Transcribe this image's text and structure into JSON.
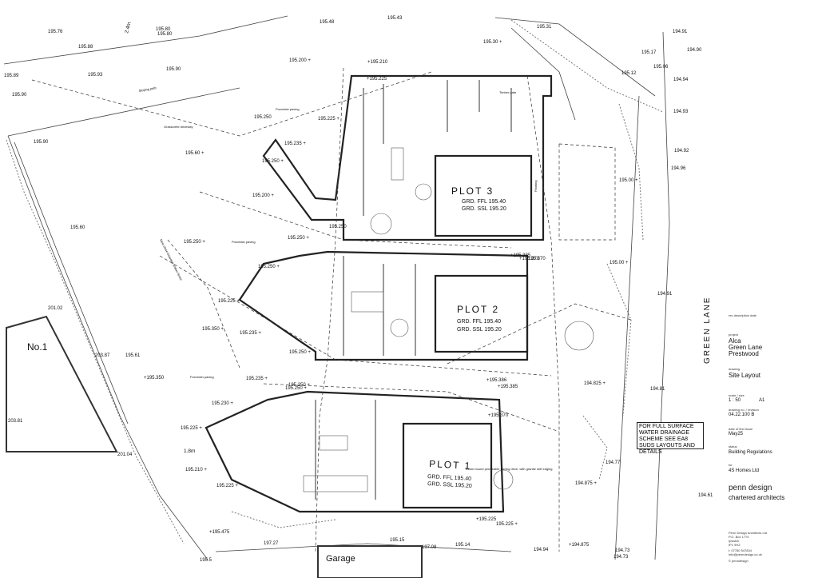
{
  "road_name": "GREEN LANE",
  "plots": [
    {
      "title": "PLOT 3",
      "ffl": "GRD. FFL 195.40",
      "ssl": "GRD. SSL 195.20"
    },
    {
      "title": "PLOT 2",
      "ffl": "GRD. FFL 195.40",
      "ssl": "GRD. SSL 195.20"
    },
    {
      "title": "PLOT 1",
      "ffl": "GRD. FFL 195.40",
      "ssl": "GRD. SSL 195.20"
    }
  ],
  "neighbour_label": "No.1",
  "garage_label": "Garage",
  "dimension_labels": {
    "d1": "2.4m",
    "d2": "1.8m"
  },
  "levels": [
    "195.76",
    "195.88",
    "195.89",
    "195.90",
    "195.93",
    "195.90",
    "195.90",
    "195.80",
    "195.80",
    "195.48",
    "195.43",
    "195.31",
    "195.30 +",
    "194.91",
    "195.17",
    "194.90",
    "195.06",
    "195.12",
    "194.94",
    "194.93",
    "194.92",
    "194.96",
    "195.00 +",
    "195.00 +",
    "194.91",
    "195.200 +",
    "+195.210",
    "+195.225",
    "195.225 +",
    "195.250",
    "195.235 +",
    "195.250 +",
    "195.60 +",
    "195.200 +",
    "195.250 +",
    "195.60",
    "195.250 +",
    "195.250 +",
    "195.250",
    "195.225 +",
    "195.350 +",
    "195.235 +",
    "195.250 +",
    "195.235 +",
    "195.61",
    "+195.350",
    "195.230 +",
    "195.250 +",
    "195.225 +",
    "195.210 +",
    "195.225 +",
    "+195.475",
    "197.27",
    "195.15",
    "197.08",
    "195.14",
    "194.94",
    "+194.875",
    "194.73",
    "194.73",
    "194.77",
    "194.875 +",
    "194.825 +",
    "194.81",
    "194.61",
    "201.02",
    "203.87",
    "203.81",
    "201.04",
    "195.370",
    "+195.370",
    "+195.385",
    "+195.386",
    "+195.385",
    "+195.370",
    "+195.225",
    "195.225 +",
    "195.250 +",
    "195.5"
  ],
  "tiny_labels": {
    "permeable_drive": "Resin bound permeable paving drive, with granite sett edging",
    "porcelain": "Porcelain paving",
    "driveway": "Grasscrete driveway",
    "planting": "Planting",
    "timber_gate": "Timber gate",
    "slope": "Sloping path",
    "fence": "New close boarded timber fence"
  },
  "drainage_note": "FOR FULL SURFACE WATER DRAINAGE SCHEME SEE EA8 SUDS LAYOUTS AND DETAILS",
  "title_block": {
    "header": "rev  description  date",
    "project_label": "project",
    "project_lines": [
      "Alca",
      "Green Lane",
      "Prestwood"
    ],
    "drawing_label": "drawing",
    "drawing_name": "Site Layout",
    "scale_label": "scale / size",
    "scale": "1 : 50",
    "size": "A1",
    "number_label": "drawing no. / revision",
    "number": "04.22.100  B",
    "date_label": "date of first issue",
    "date": "May25",
    "status_label": "status",
    "status": "Building Regulations",
    "client_label": "for",
    "client": "4S Homes Ltd",
    "firm": "penn design",
    "firm_sub": "chartered architects",
    "address": [
      "Penn Design Architects Ltd",
      "P.O. Box 1770",
      "Ipswich",
      "IP1 9HZ"
    ],
    "phone": "t:  07780 547834",
    "email": "info@penndesign.co.uk",
    "copyright": "© penndesign"
  }
}
